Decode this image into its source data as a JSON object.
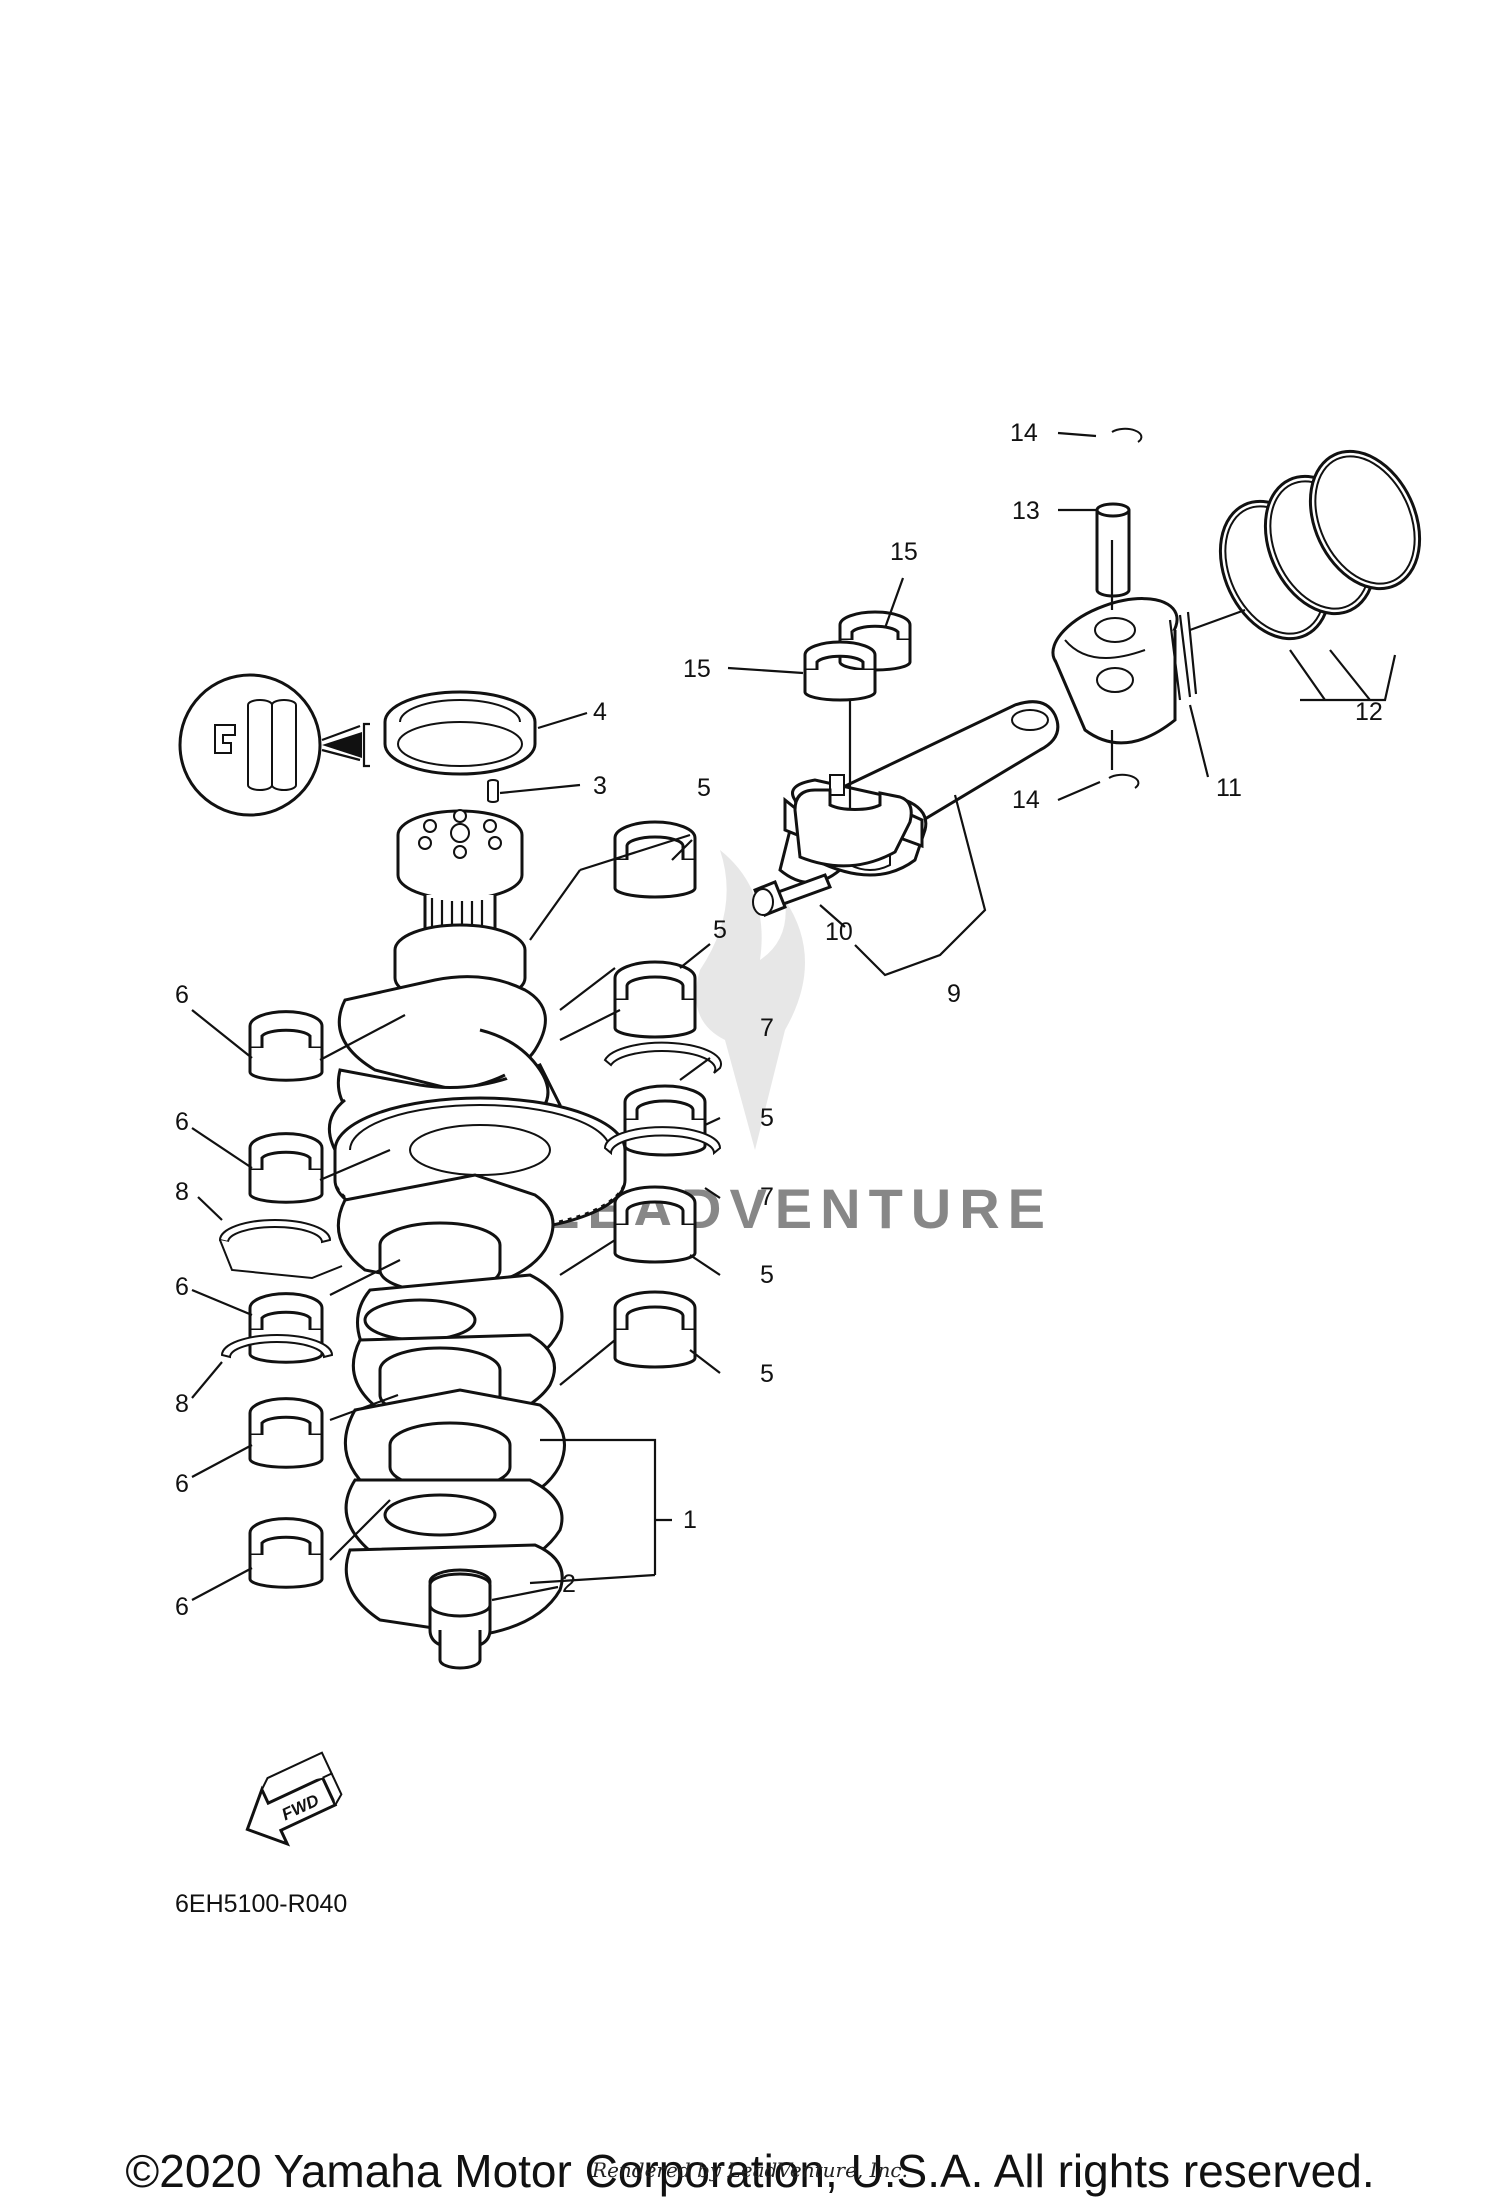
{
  "diagram_code": "6EH5100-R040",
  "fwd_label": "FWD",
  "watermark_text": "LEADVENTURE",
  "footer": {
    "copyright": "©2020 Yamaha Motor Corporation, U.S.A. All rights reserved.",
    "rendered_by": "Rendered by LeadVenture, Inc."
  },
  "callouts": [
    {
      "id": "c14a",
      "text": "14"
    },
    {
      "id": "c13",
      "text": "13"
    },
    {
      "id": "c15a",
      "text": "15"
    },
    {
      "id": "c15b",
      "text": "15"
    },
    {
      "id": "c4",
      "text": "4"
    },
    {
      "id": "c3",
      "text": "3"
    },
    {
      "id": "c5a",
      "text": "5"
    },
    {
      "id": "c12",
      "text": "12"
    },
    {
      "id": "c11",
      "text": "11"
    },
    {
      "id": "c14b",
      "text": "14"
    },
    {
      "id": "c10",
      "text": "10"
    },
    {
      "id": "c9",
      "text": "9"
    },
    {
      "id": "c5b",
      "text": "5"
    },
    {
      "id": "c6a",
      "text": "6"
    },
    {
      "id": "c7a",
      "text": "7"
    },
    {
      "id": "c6b",
      "text": "6"
    },
    {
      "id": "c5c",
      "text": "5"
    },
    {
      "id": "c8a",
      "text": "8"
    },
    {
      "id": "c7b",
      "text": "7"
    },
    {
      "id": "c6c",
      "text": "6"
    },
    {
      "id": "c5d",
      "text": "5"
    },
    {
      "id": "c8b",
      "text": "8"
    },
    {
      "id": "c5e",
      "text": "5"
    },
    {
      "id": "c6d",
      "text": "6"
    },
    {
      "id": "c1",
      "text": "1"
    },
    {
      "id": "c6e",
      "text": "6"
    },
    {
      "id": "c2",
      "text": "2"
    }
  ]
}
